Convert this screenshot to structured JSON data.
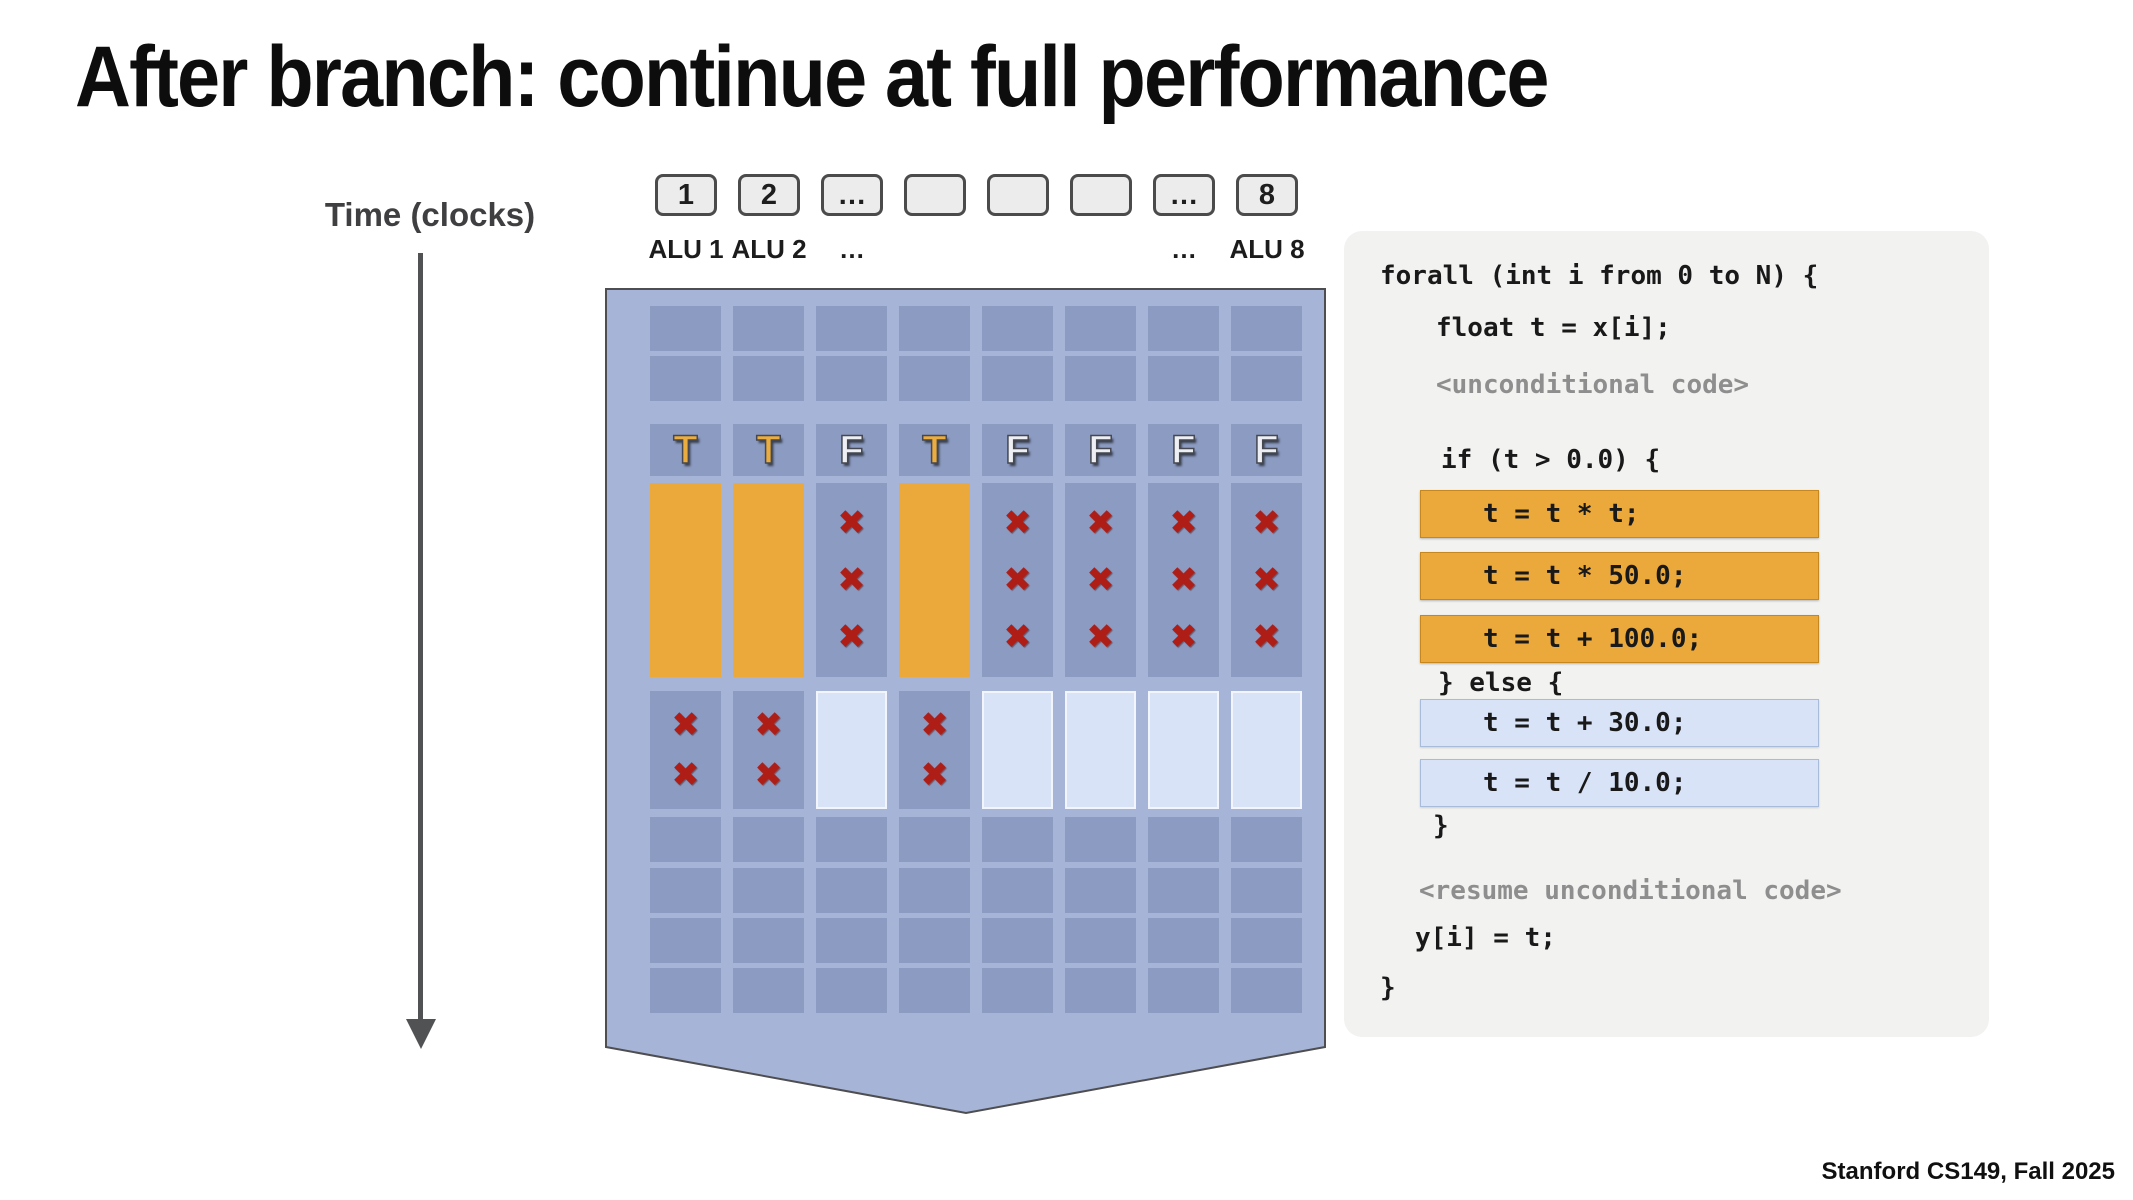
{
  "title": "After branch: continue at full performance",
  "time_label": "Time (clocks)",
  "footer": "Stanford CS149, Fall 2025",
  "alu": {
    "boxes": [
      "1",
      "2",
      "…",
      "",
      "",
      "",
      "…",
      "8"
    ],
    "labels": [
      "ALU 1",
      "ALU 2",
      "…",
      "",
      "",
      "",
      "…",
      "ALU 8"
    ]
  },
  "diagram": {
    "mask": [
      "T",
      "T",
      "F",
      "T",
      "F",
      "F",
      "F",
      "F"
    ],
    "x_mark": "✖",
    "colors": {
      "bg": "#A6B4D7",
      "cell": "#8C9BC2",
      "true": "#EBA93C",
      "false": "#D8E3F8",
      "x": "#AE1E17",
      "tletter": "#EBAD3F",
      "fletter": "#EDEFF4",
      "outline": "#4E4E50"
    }
  },
  "code": {
    "lines": [
      {
        "text": "forall (int i from 0 to N) {",
        "style": "plain"
      },
      {
        "text": "float t = x[i];",
        "style": "plain"
      },
      {
        "text": "<unconditional code>",
        "style": "muted"
      },
      {
        "text": "if (t > 0.0) {",
        "style": "plain"
      },
      {
        "text": "t = t * t;",
        "style": "if-body"
      },
      {
        "text": "t = t * 50.0;",
        "style": "if-body"
      },
      {
        "text": "t = t + 100.0;",
        "style": "if-body"
      },
      {
        "text": "} else {",
        "style": "plain"
      },
      {
        "text": "t = t + 30.0;",
        "style": "else-body"
      },
      {
        "text": "t = t / 10.0;",
        "style": "else-body"
      },
      {
        "text": "}",
        "style": "plain"
      },
      {
        "text": "<resume unconditional code>",
        "style": "muted"
      },
      {
        "text": "y[i] = t;",
        "style": "plain"
      },
      {
        "text": "}",
        "style": "plain"
      }
    ]
  }
}
